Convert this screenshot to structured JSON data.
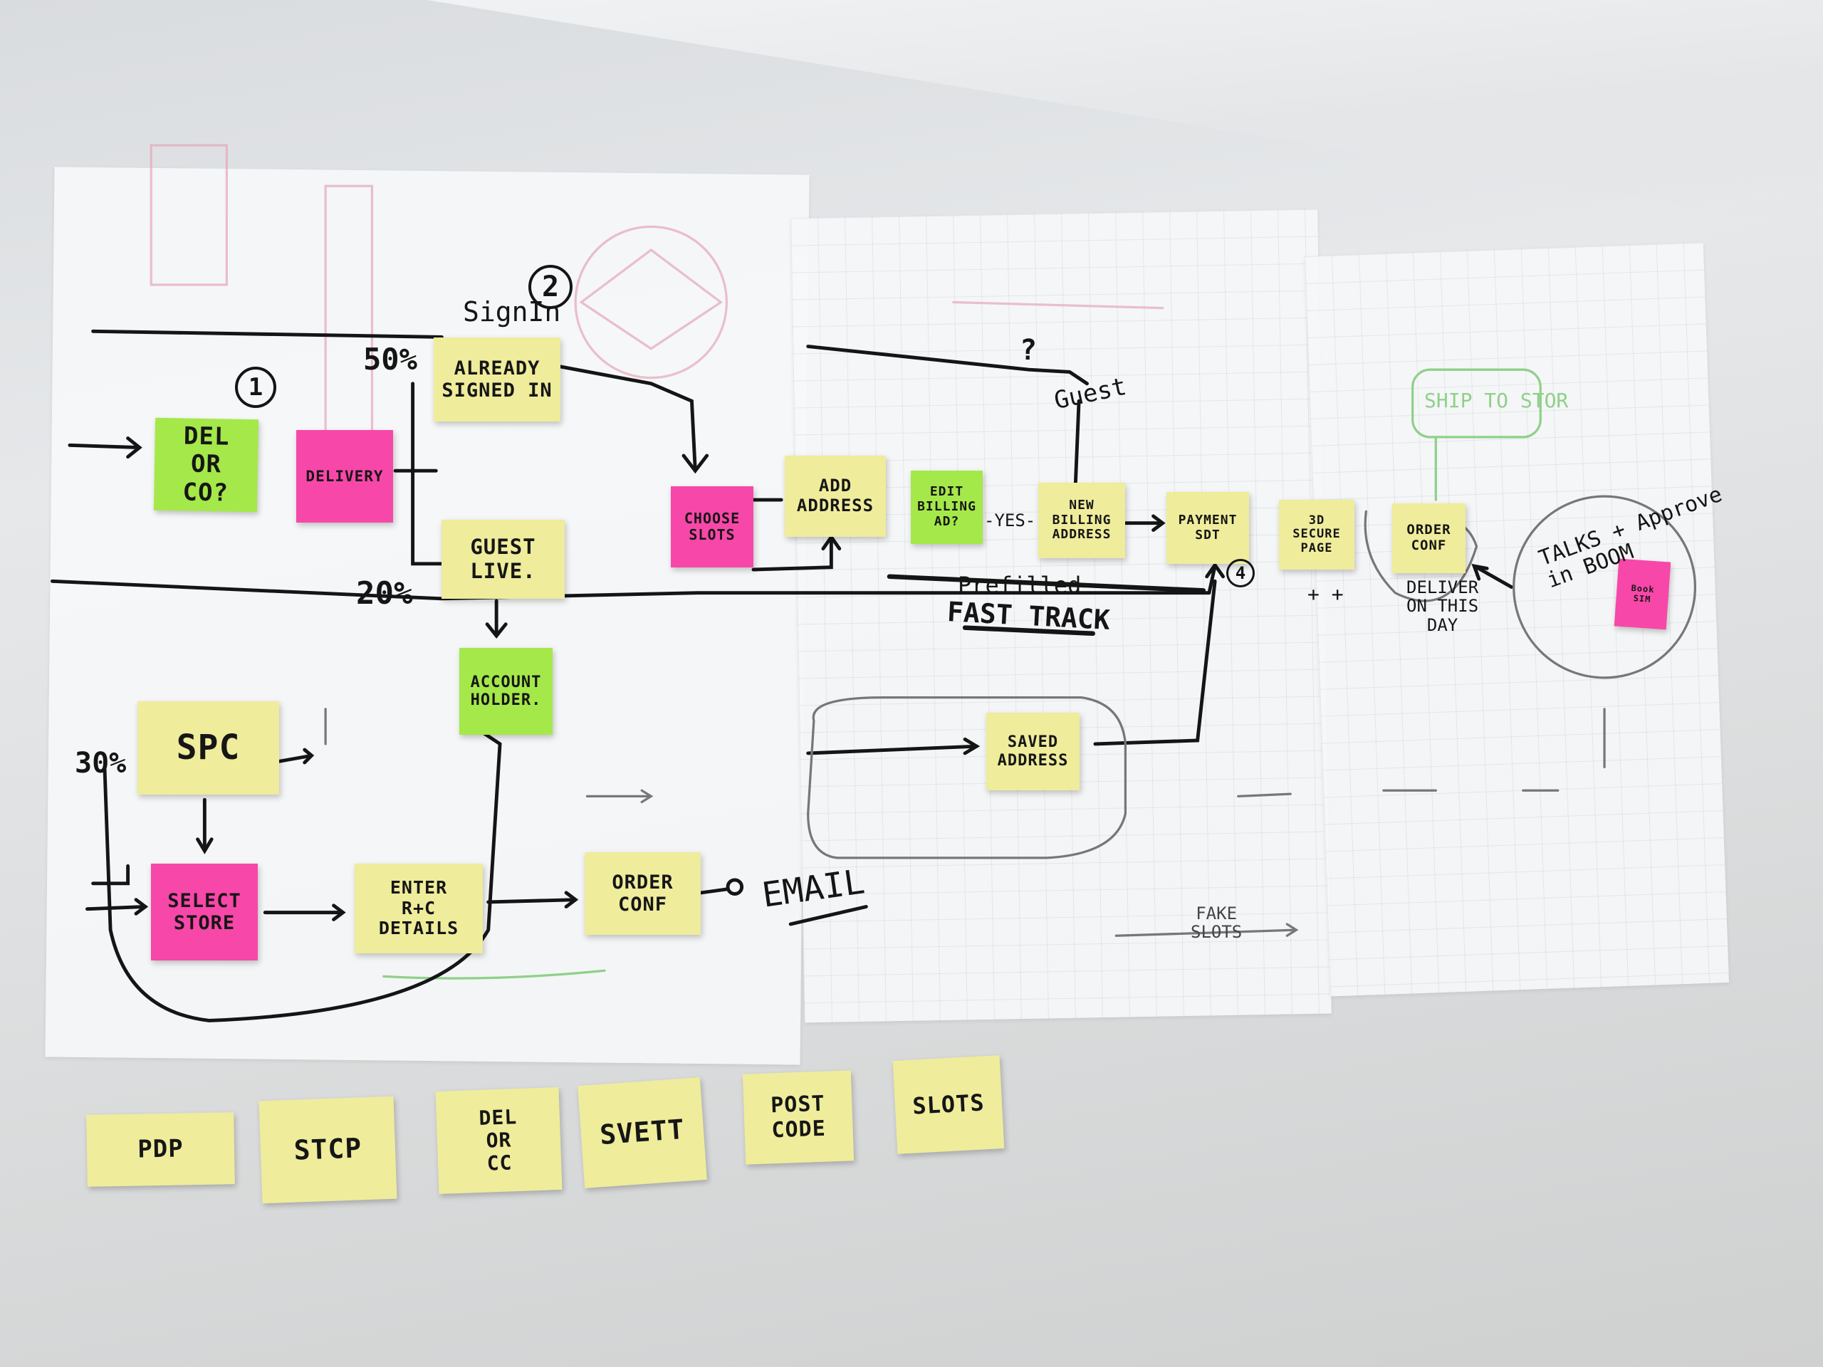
{
  "board": {
    "notes": [
      {
        "text": "DEL\nOR\nCO?",
        "color": "green"
      },
      {
        "text": "DELIVERY",
        "color": "pink"
      },
      {
        "text": "ALREADY\nSIGNED IN",
        "color": "yellow"
      },
      {
        "text": "GUEST\nLIVE.",
        "color": "yellow"
      },
      {
        "text": "ACCOUNT\nHOLDER.",
        "color": "green"
      },
      {
        "text": "CHOOSE\nSLOTS",
        "color": "pink"
      },
      {
        "text": "ADD\nADDRESS",
        "color": "yellow"
      },
      {
        "text": "EDIT\nBILLING\nAD?",
        "color": "green"
      },
      {
        "text": "NEW\nBILLING\nADDRESS",
        "color": "yellow"
      },
      {
        "text": "PAYMENT\nSDT",
        "color": "yellow"
      },
      {
        "text": "3D\nSECURE\nPAGE",
        "color": "yellow"
      },
      {
        "text": "ORDER\nCONF",
        "color": "yellow"
      },
      {
        "text": "Book\nSIM",
        "color": "pink"
      },
      {
        "text": "SPC",
        "color": "yellow"
      },
      {
        "text": "SELECT\nSTORE",
        "color": "pink"
      },
      {
        "text": "ENTER\nR+C\nDETAILS",
        "color": "yellow"
      },
      {
        "text": "ORDER\nCONF",
        "color": "yellow"
      },
      {
        "text": "SAVED\nADDRESS",
        "color": "yellow"
      }
    ],
    "bottom_row": [
      "PDP",
      "STCP",
      "DEL\nOR\nCC",
      "SVETT",
      "POST\nCODE",
      "SLOTS"
    ],
    "annotations": {
      "signin": "SignIn",
      "step1": "1",
      "step2": "2",
      "step4": "4",
      "pct50": "50%",
      "pct20": "20%",
      "pct30": "30%",
      "guest": "Guest",
      "question": "?",
      "yes": "-YES-",
      "prefilled": "Prefilled",
      "fast_track": "FAST TRACK",
      "email": "EMAIL",
      "fake_slots": "FAKE\nSLOTS",
      "talks": "TALKS + Approve\nin BOOM",
      "deliver": "DELIVER\nON THIS\nDAY",
      "ship_to_store": "SHIP TO STOR",
      "plus_plus": "+ +"
    },
    "colors": {
      "yellow": "#efec9c",
      "green": "#a5e84a",
      "pink": "#f747a8",
      "ink": "#151515"
    }
  }
}
